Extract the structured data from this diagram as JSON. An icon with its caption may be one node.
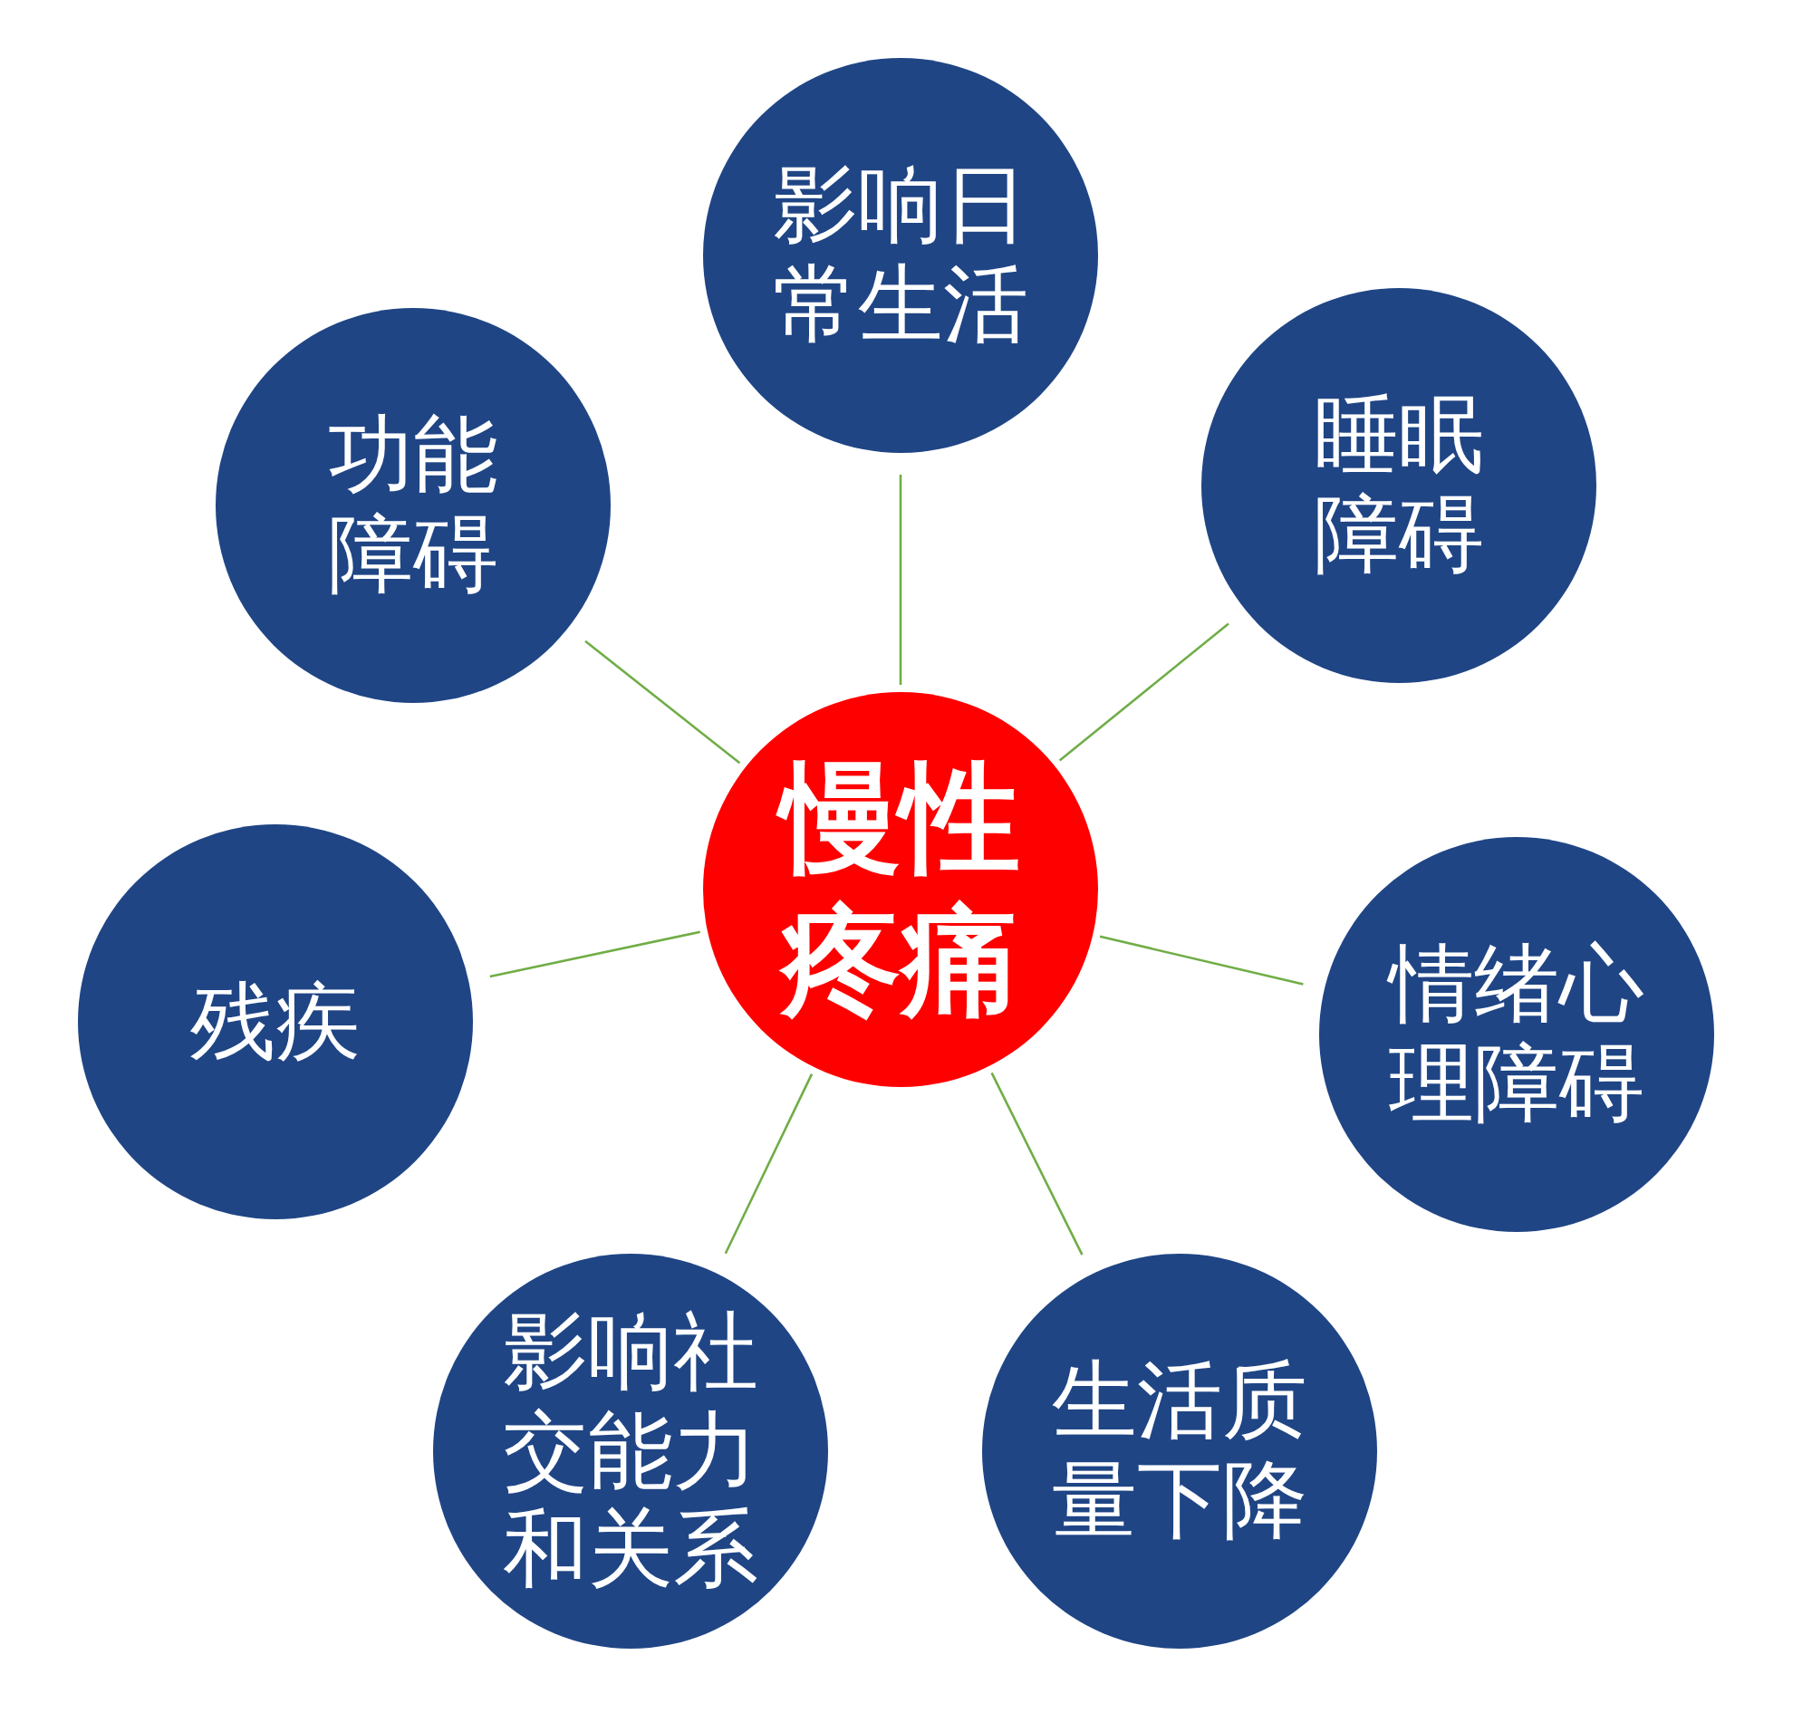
{
  "diagram": {
    "nodes": [
      {
        "text": [
          "慢性疼痛"
        ]
      },
      {
        "text": [
          "影响日常生活"
        ]
      },
      {
        "text": [
          "睡眠障碍"
        ]
      },
      {
        "text": [
          "情绪心理障碍"
        ]
      },
      {
        "text": [
          "生活质量下降"
        ]
      },
      {
        "text": [
          "影响社交能力和关系"
        ]
      },
      {
        "text": [
          "残疾"
        ]
      },
      {
        "text": [
          "功能障碍"
        ]
      }
    ],
    "edges": [
      {
        "from": 0,
        "to": 1,
        "arrow": "none"
      },
      {
        "from": 0,
        "to": 2,
        "arrow": "none"
      },
      {
        "from": 0,
        "to": 3,
        "arrow": "none"
      },
      {
        "from": 0,
        "to": 4,
        "arrow": "none"
      },
      {
        "from": 0,
        "to": 5,
        "arrow": "none"
      },
      {
        "from": 0,
        "to": 6,
        "arrow": "none"
      },
      {
        "from": 0,
        "to": 7,
        "arrow": "none"
      }
    ]
  }
}
